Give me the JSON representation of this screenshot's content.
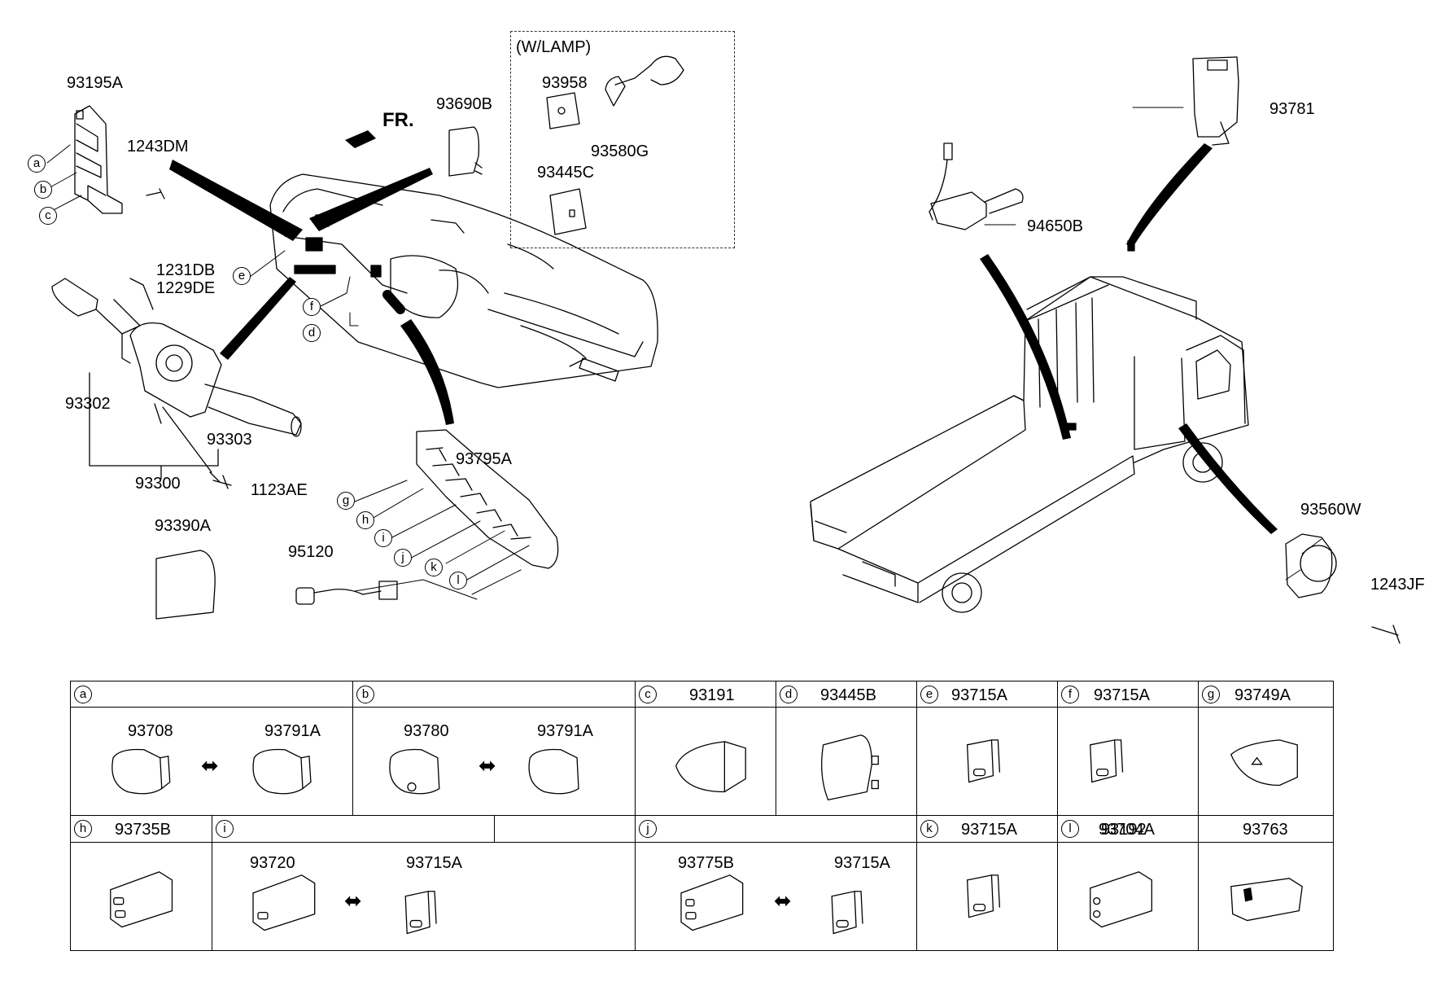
{
  "callouts": {
    "p93195A": "93195A",
    "p1243DM": "1243DM",
    "p1231DB": "1231DB",
    "p1229DE": "1229DE",
    "p93302": "93302",
    "p93303": "93303",
    "p93300": "93300",
    "p1123AE": "1123AE",
    "p93390A": "93390A",
    "p93690B": "93690B",
    "fr": "FR.",
    "wlamp": "(W/LAMP)",
    "p93958": "93958",
    "p93580G": "93580G",
    "p93445C": "93445C",
    "p93795A": "93795A",
    "p95120": "95120",
    "p93781": "93781",
    "p94650B": "94650B",
    "p93560W": "93560W",
    "p1243JF": "1243JF"
  },
  "letters": [
    "a",
    "b",
    "c",
    "d",
    "e",
    "f",
    "g",
    "h",
    "i",
    "j",
    "k",
    "l"
  ],
  "legend": {
    "a": {
      "letter": "a",
      "left": "93708",
      "right": "93791A"
    },
    "b": {
      "letter": "b",
      "left": "93780",
      "right": "93791A"
    },
    "c": {
      "letter": "c",
      "part": "93191"
    },
    "d": {
      "letter": "d",
      "part": "93445B"
    },
    "e": {
      "letter": "e",
      "part": "93715A"
    },
    "f": {
      "letter": "f",
      "part": "93715A"
    },
    "g": {
      "letter": "g",
      "part": "93749A"
    },
    "h": {
      "letter": "h",
      "part": "93735B"
    },
    "i": {
      "letter": "i",
      "left": "93720",
      "right": "93715A"
    },
    "j": {
      "letter": "j",
      "left": "93775B",
      "right": "93715A"
    },
    "k": {
      "letter": "k",
      "part": "93715A"
    },
    "l": {
      "letter": "l",
      "part": "93704A"
    },
    "m": {
      "part": "93192"
    },
    "n": {
      "part": "93763"
    }
  },
  "swap_symbol": "⬌"
}
